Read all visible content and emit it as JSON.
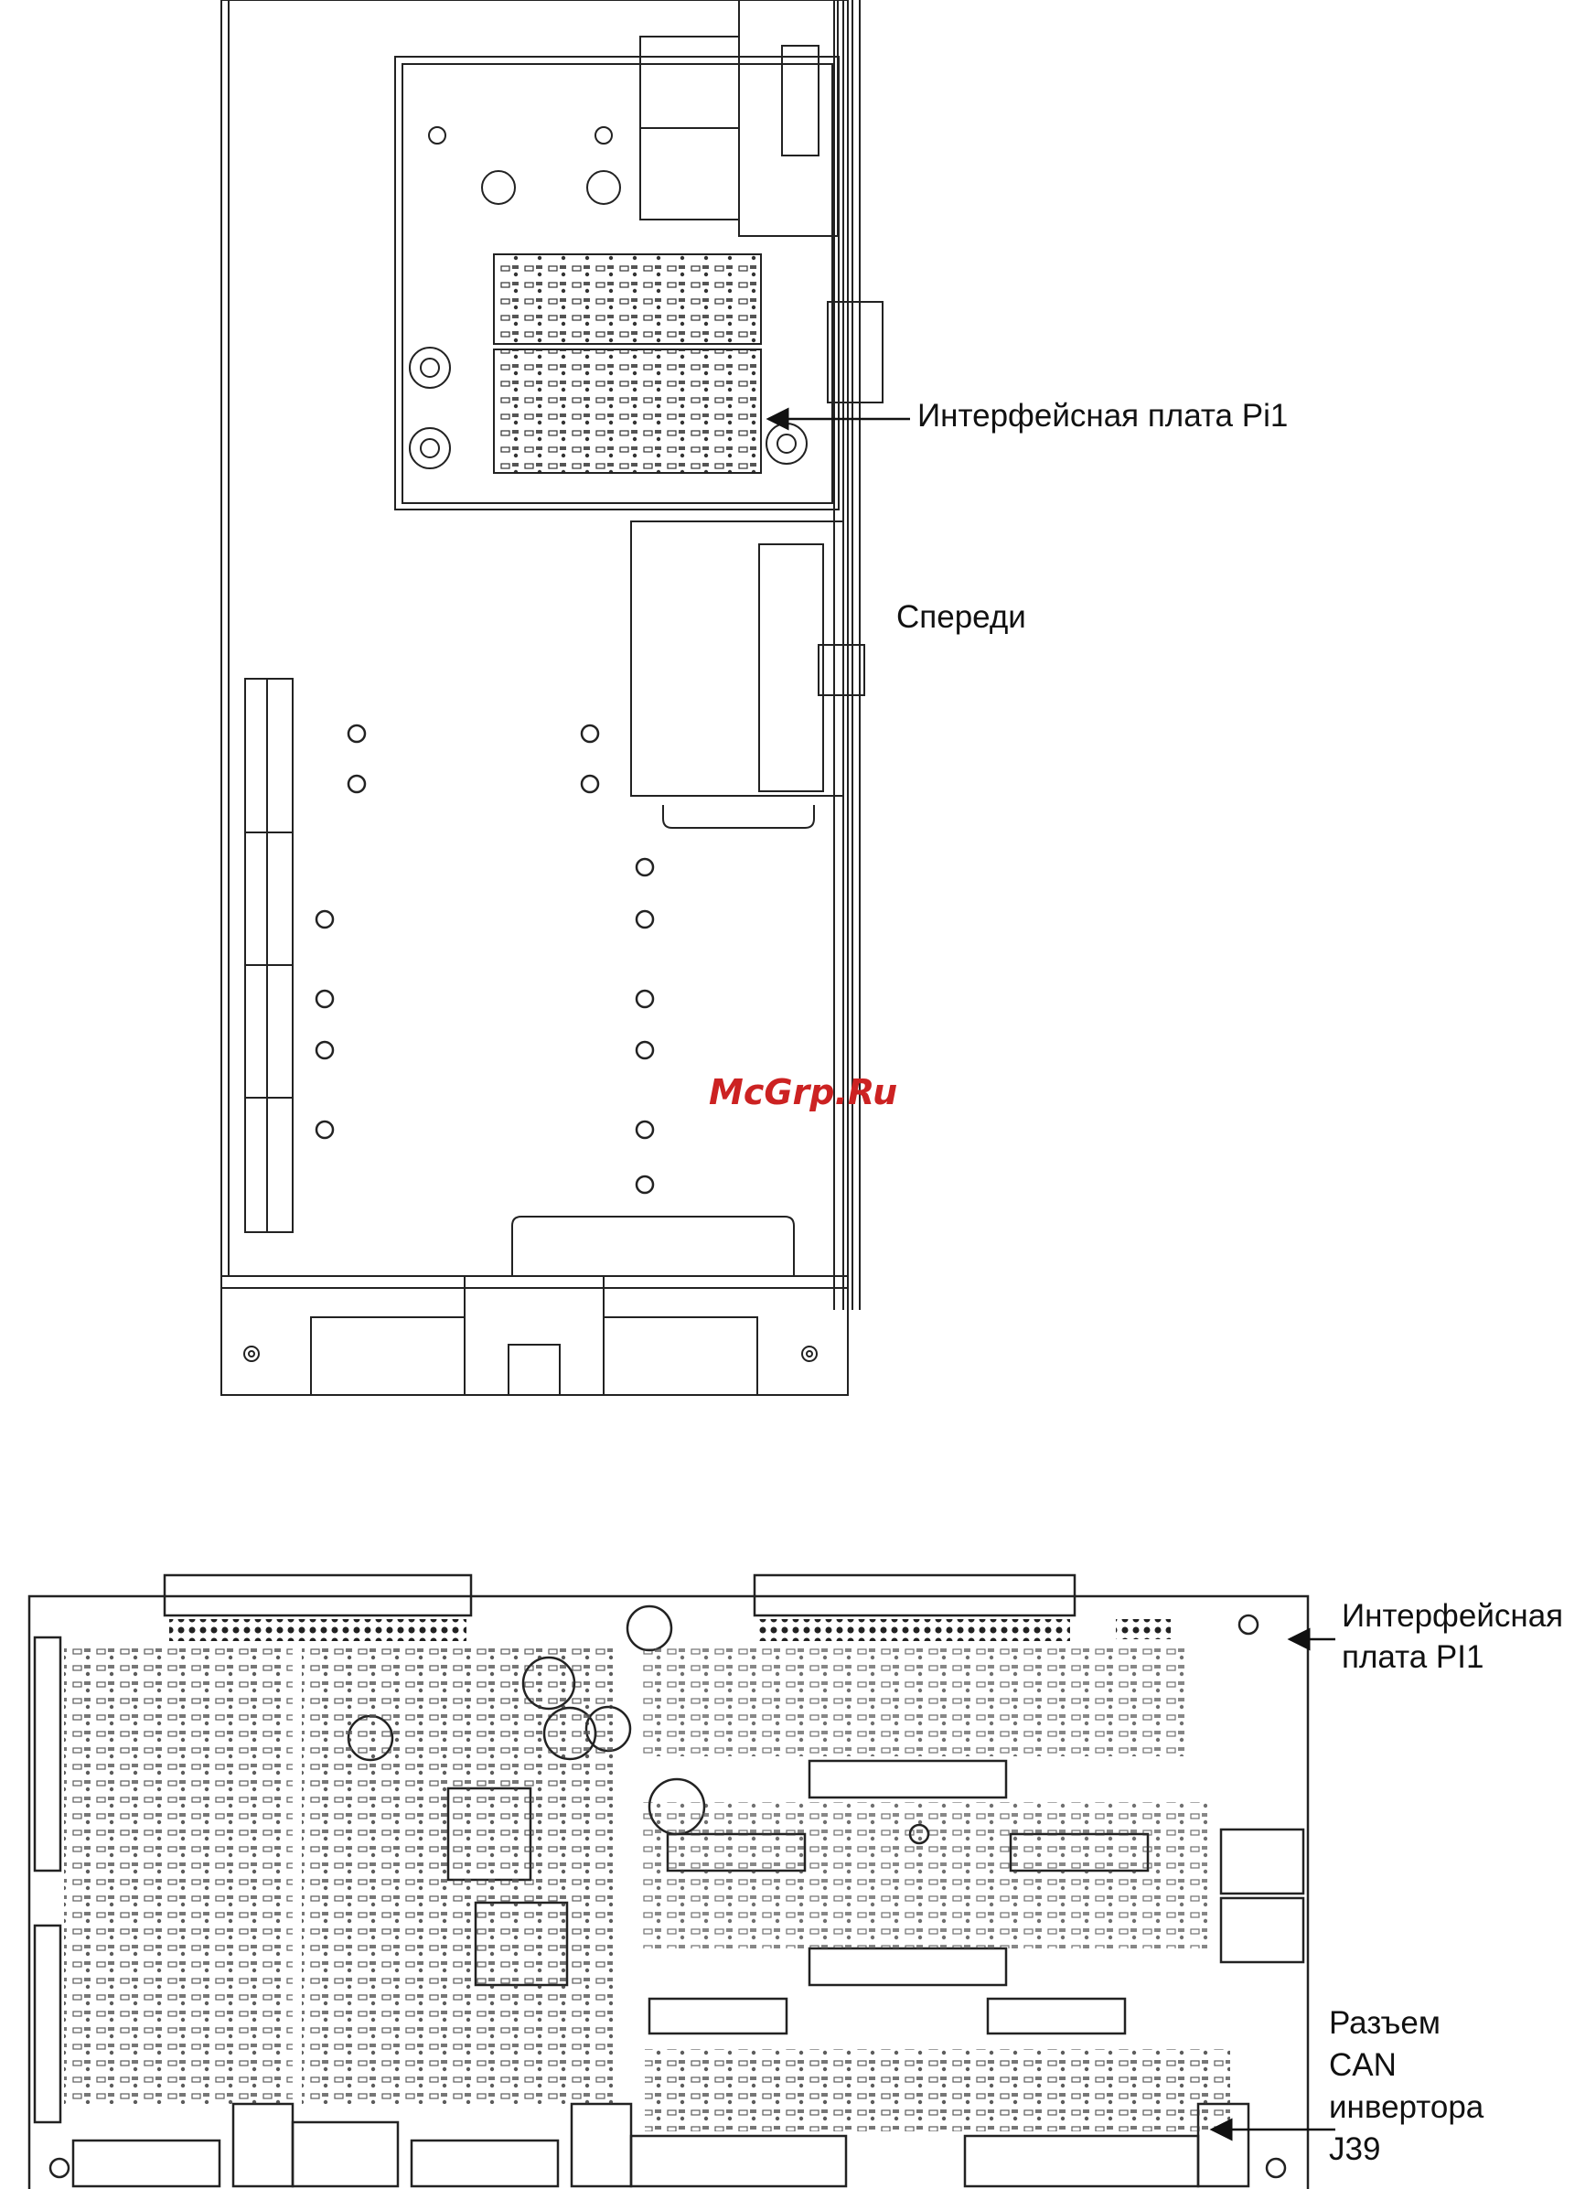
{
  "top_view": {
    "label_board": "Интерфейсная плата Pi1",
    "label_front": "Спереди"
  },
  "watermark": "McGrp.Ru",
  "board_view": {
    "label_board_line1": "Интерфейсная",
    "label_board_line2": "плата PI1",
    "label_can_line1": "Разъем",
    "label_can_line2": "CAN",
    "label_can_line3": "инвертора",
    "label_can_line4": "J39"
  },
  "colors": {
    "line": "#222222",
    "watermark": "#cc2222"
  }
}
